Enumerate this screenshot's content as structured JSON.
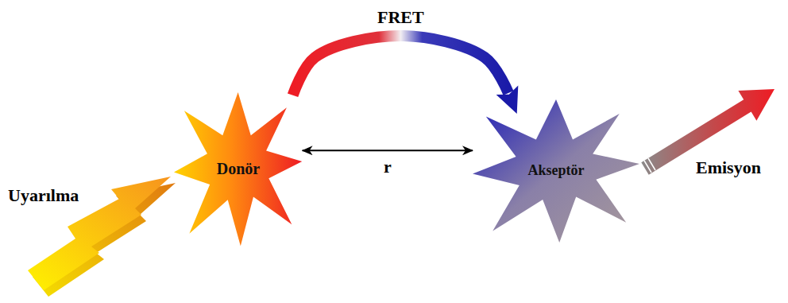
{
  "diagram": {
    "nodes": [
      {
        "text": [
          "Donör"
        ]
      },
      {
        "text": [
          "Akseptör"
        ]
      }
    ],
    "edges": [
      {
        "from": 0,
        "to": 1,
        "arrow": "to",
        "label": "FRET"
      },
      {
        "from": 0,
        "to": 1,
        "arrow": "both",
        "label": "r"
      }
    ],
    "labels": [
      "Uyarılma",
      "Emisyon"
    ]
  }
}
